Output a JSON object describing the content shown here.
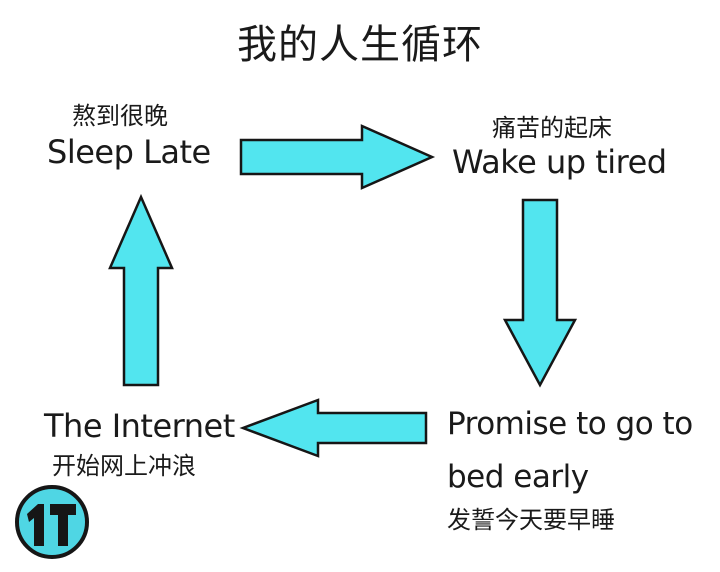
{
  "title": "我的人生循环",
  "steps": [
    {
      "zh": "熬到很晚",
      "en": "Sleep Late"
    },
    {
      "zh": "痛苦的起床",
      "en": "Wake up tired"
    },
    {
      "zh": "发誓今天要早睡",
      "en_line1": "Promise to go to",
      "en_line2": "bed early"
    },
    {
      "en": "The Internet",
      "zh": "开始网上冲浪"
    }
  ],
  "colors": {
    "arrow_fill": "#52e5ef",
    "outline": "#161616",
    "logo_fill": "#4fd6e4"
  },
  "logo": {
    "icon": "logo-icon"
  }
}
